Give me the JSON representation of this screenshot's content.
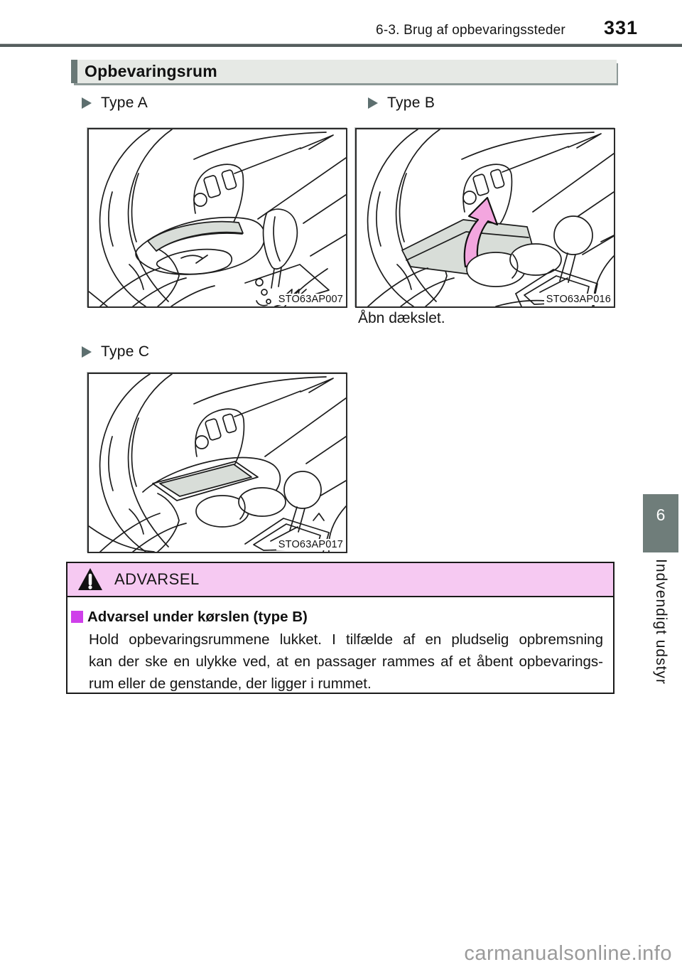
{
  "page": {
    "header_title": "6-3. Brug af opbevaringssteder",
    "page_number": "331",
    "watermark": "carmanualsonline.info"
  },
  "section_title": "Opbevaringsrum",
  "figures": [
    {
      "label": "Type A",
      "code": "STO63AP007"
    },
    {
      "label": "Type B",
      "code": "STO63AP016",
      "caption": "Åbn dækslet."
    },
    {
      "label": "Type C",
      "code": "STO63AP017"
    }
  ],
  "warning": {
    "title": "ADVARSEL",
    "icon": "warning-triangle-icon",
    "subheading": "Advarsel under kørslen (type B)",
    "body_lines": [
      "Hold opbevaringsrummene lukket. I tilfælde af en pludselig opbremsning",
      "kan der ske en ulykke ved, at en passager rammes af et åbent opbevarings-",
      "rum eller de genstande, der ligger i rummet."
    ]
  },
  "sidebar": {
    "chapter_number": "6",
    "chapter_label": "Indvendigt udstyr"
  },
  "colors": {
    "accent_pink": "#f6c9f2",
    "bullet_magenta": "#cf3fea",
    "arrow_pink": "#f3a6df",
    "marker_gray_green": "#5d6f6f",
    "badge_gray": "#6f7d7a",
    "shade_gray": "#d8ddd8",
    "bar_fill": "#e6e9e5",
    "bar_accent": "#697876",
    "bar_shadow": "#8d9997",
    "rule_gray": "#555e5e",
    "watermark_gray": "#9a9a9a"
  }
}
